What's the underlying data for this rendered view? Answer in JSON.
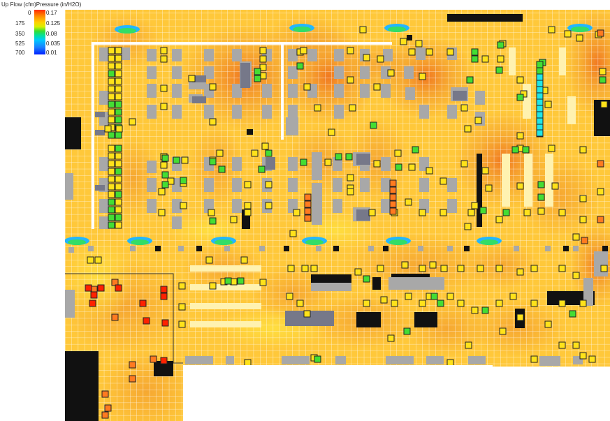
{
  "legend": {
    "title": "Up Flow (cfm)Pressure (in/H2O)",
    "flow_labels": [
      "0",
      "175",
      "350",
      "525",
      "700"
    ],
    "pressure_labels": [
      "0.17",
      "0.125",
      "0.08",
      "0.035",
      "0.01"
    ]
  },
  "colors": {
    "floor_base": "#ffc83a",
    "hot": "#f29a2e",
    "hotter": "#ee6a1c",
    "grid": "#ffffff",
    "rack": "#a8a8a8",
    "tile_yellow": "#ffe21a",
    "tile_green": "#44dd33",
    "tile_cyan": "#22e6e6",
    "tile_orange": "#ff7a20",
    "tile_red": "#ff2200",
    "block": "#111111",
    "light_strip": "#fff2b0"
  }
}
